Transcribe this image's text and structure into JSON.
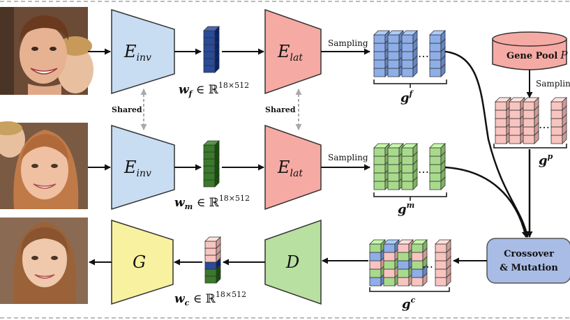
{
  "encoders": {
    "inv_main": "E",
    "inv_sub": "inv",
    "lat_main": "E",
    "lat_sub": "lat",
    "decoder": "D",
    "generator": "G"
  },
  "labels": {
    "shared": "Shared",
    "sampling": "Sampling",
    "gene_pool": "Gene Pool",
    "gene_pool_symbol": "P",
    "crossover_line1": "Crossover",
    "crossover_line2": "& Mutation",
    "ellipsis": "…"
  },
  "latents": {
    "father": {
      "var": "w",
      "sub": "f",
      "space": "∈ ℝ",
      "dims": "18×512"
    },
    "mother": {
      "var": "w",
      "sub": "m",
      "space": "∈ ℝ",
      "dims": "18×512"
    },
    "child": {
      "var": "w",
      "sub": "c",
      "space": "∈ ℝ",
      "dims": "18×512"
    }
  },
  "genes": {
    "father": {
      "var": "g",
      "sup": "f"
    },
    "mother": {
      "var": "g",
      "sup": "m"
    },
    "pool": {
      "var": "g",
      "sup": "p"
    },
    "child": {
      "var": "g",
      "sup": "c"
    }
  },
  "colors": {
    "encoder_inv": "#c8dcf2",
    "encoder_lat": "#f6aaa4",
    "decoder": "#b8e0a0",
    "generator": "#f8f2a0",
    "father_blocks": "#8eaee8",
    "mother_blocks": "#a8da8c",
    "pool_blocks": "#f8c4c0",
    "w_f": "#2a4a9a",
    "w_m": "#3a7a2a",
    "crossover": "#a8bce6"
  }
}
